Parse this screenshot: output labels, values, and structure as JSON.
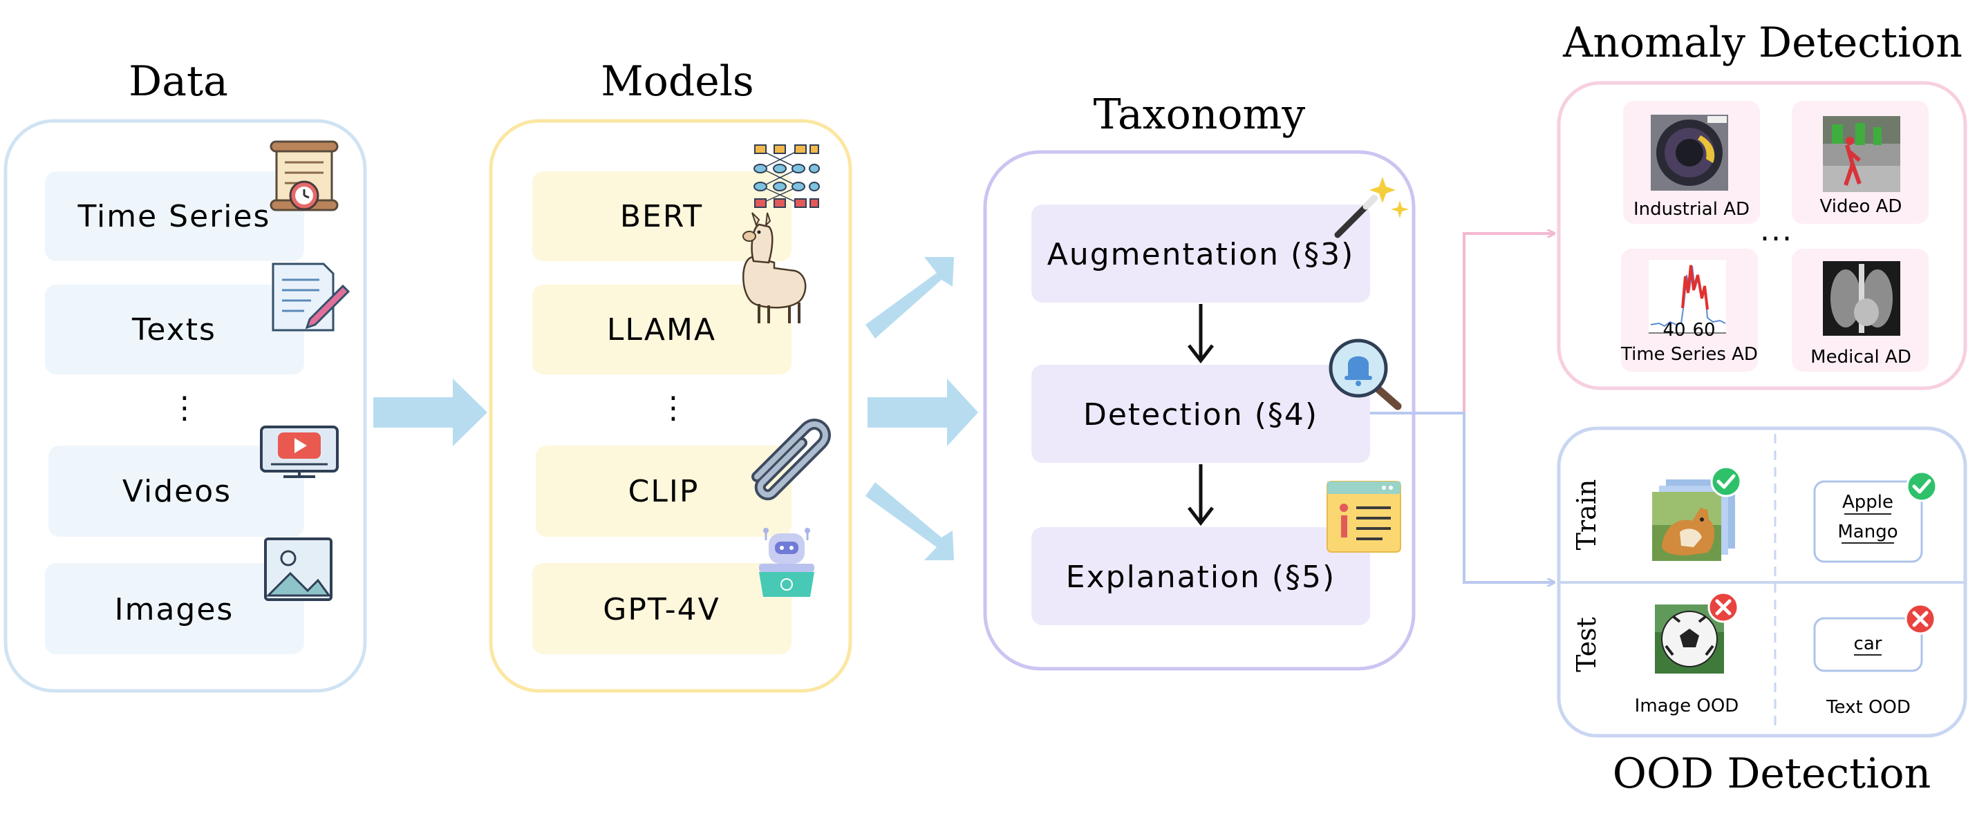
{
  "columns": {
    "data": {
      "title": "Data",
      "items": [
        "Time Series",
        "Texts",
        "Videos",
        "Images"
      ],
      "ellipsis": "⋮"
    },
    "models": {
      "title": "Models",
      "items": [
        "BERT",
        "LLAMA",
        "CLIP",
        "GPT-4V"
      ],
      "ellipsis": "⋮"
    },
    "taxonomy": {
      "title": "Taxonomy",
      "items": [
        "Augmentation (§3)",
        "Detection (§4)",
        "Explanation (§5)"
      ]
    }
  },
  "anomaly": {
    "title": "Anomaly Detection",
    "items": [
      "Industrial AD",
      "Video AD",
      "Time Series AD",
      "Medical AD"
    ],
    "ellipsis": "...",
    "ts_ticks": [
      "40",
      "60"
    ]
  },
  "ood": {
    "title": "OOD Detection",
    "train_label": "Train",
    "test_label": "Test",
    "train_words": [
      "Apple",
      "Mango"
    ],
    "test_word": "car",
    "image_label": "Image OOD",
    "text_label": "Text OOD"
  },
  "colors": {
    "data_border": "#cfe3f3",
    "data_fill": "#eef6fc",
    "models_border": "#fbe7a2",
    "models_fill": "#fdf7dc",
    "tax_border": "#cdc4f2",
    "tax_fill": "#ede9fb",
    "arrow": "#b7dcf0",
    "anomaly_border": "#f7cfe0",
    "anomaly_fill": "#fdeff5",
    "ood_border": "#c9d6f2",
    "check": "#2ec16a",
    "cross": "#e9433f"
  }
}
